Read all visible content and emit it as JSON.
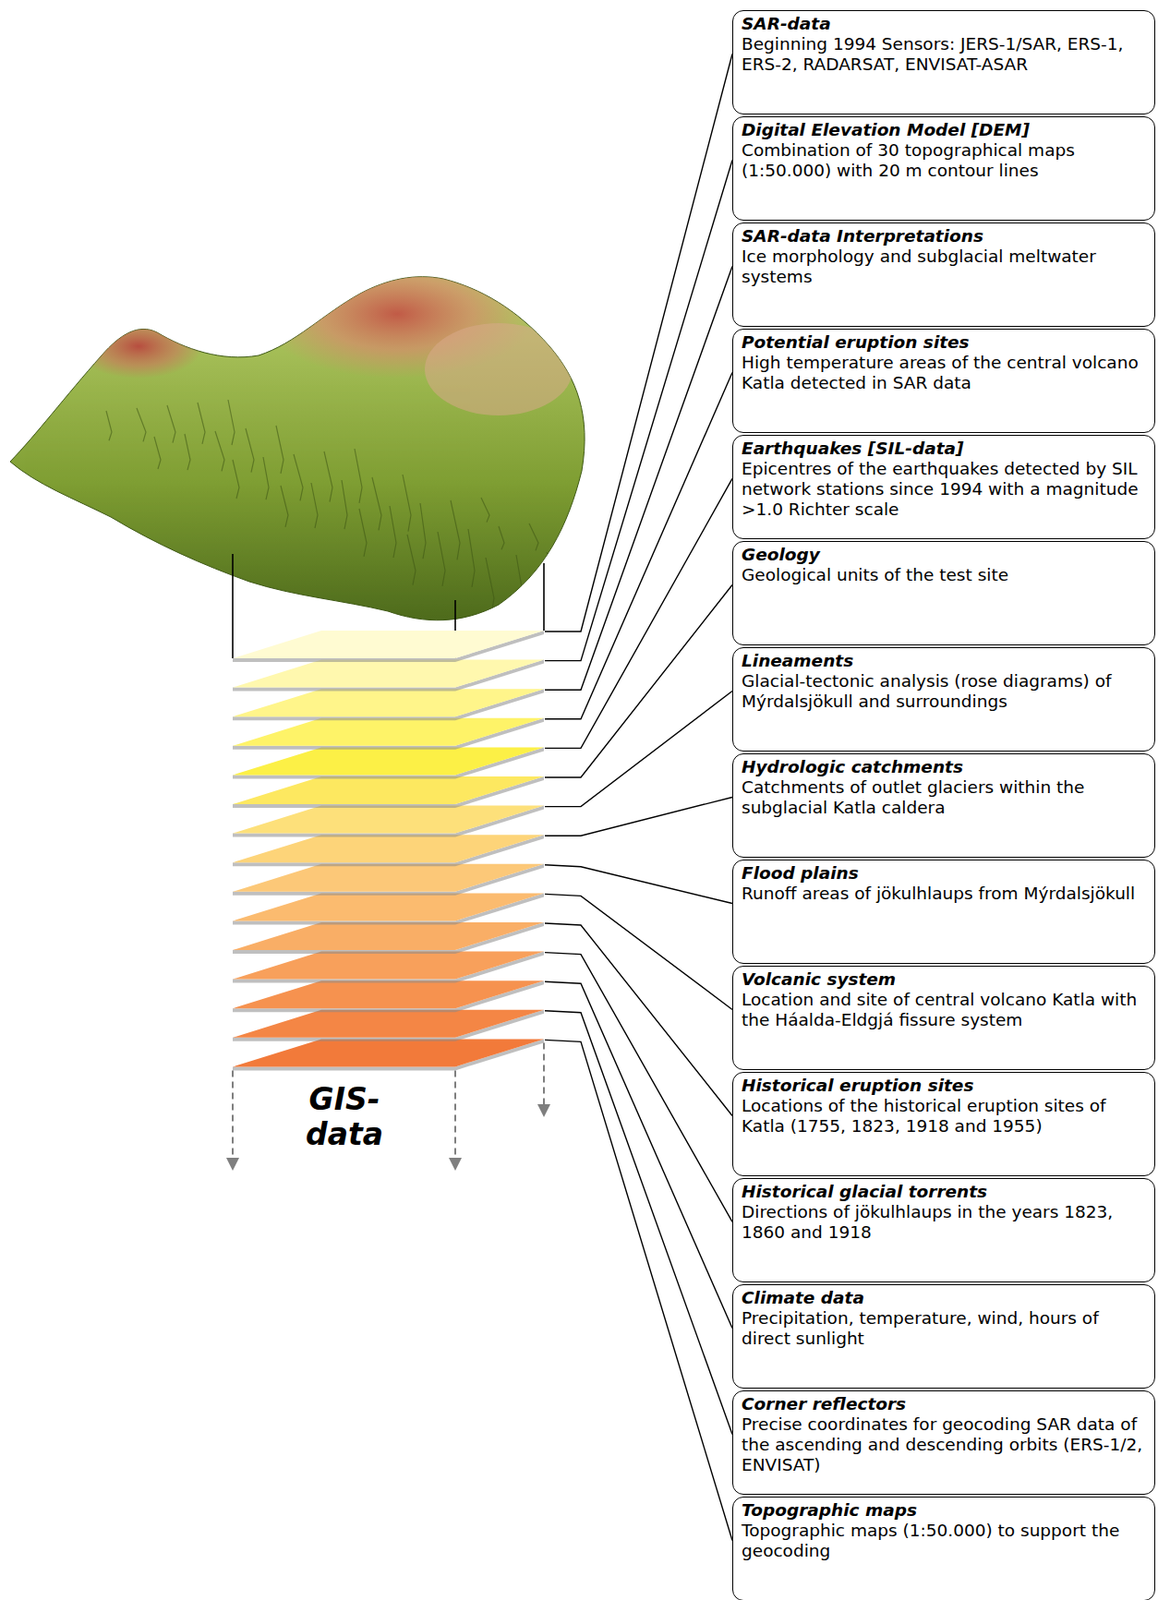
{
  "diagram": {
    "nodes": [
      {
        "text": [
          "SAR-data",
          "Beginning 1994 Sensors: JERS-1/SAR, ERS-1, ERS-2, RADARSAT, ENVISAT-ASAR"
        ]
      },
      {
        "text": [
          "Digital Elevation Model [DEM]",
          "Combination of 30 topographical maps (1:50.000) with 20 m contour lines"
        ]
      },
      {
        "text": [
          "SAR-data Interpretations",
          "Ice morphology and subglacial meltwater systems"
        ]
      },
      {
        "text": [
          "Potential eruption sites",
          "High temperature areas of the central volcano Katla detected in SAR data"
        ]
      },
      {
        "text": [
          "Earthquakes [SIL-data]",
          "Epicentres of the earthquakes detected by SIL network stations since 1994 with a magnitude >1.0 Richter scale"
        ]
      },
      {
        "text": [
          "Geology",
          "Geological units of the test site"
        ]
      },
      {
        "text": [
          "Lineaments",
          "Glacial-tectonic analysis (rose diagrams) of Mýrdalsjökull and surroundings"
        ]
      },
      {
        "text": [
          "Hydrologic catchments",
          "Catchments of outlet glaciers within the subglacial Katla caldera"
        ]
      },
      {
        "text": [
          "Flood plains",
          "Runoff areas of jökulhlaups from Mýrdalsjökull"
        ]
      },
      {
        "text": [
          "Volcanic system",
          "Location and site of central volcano Katla with the Háalda-Eldgjá fissure system"
        ]
      },
      {
        "text": [
          "Historical eruption sites",
          "Locations of the historical eruption sites of Katla (1755, 1823, 1918 and 1955)"
        ]
      },
      {
        "text": [
          "Historical glacial torrents",
          "Directions of jökulhlaups in the years 1823, 1860 and 1918"
        ]
      },
      {
        "text": [
          "Climate data",
          "Precipitation, temperature, wind, hours of direct sunlight"
        ]
      },
      {
        "text": [
          "Corner reflectors",
          "Precise coordinates for geocoding SAR data of the ascending and descending orbits (ERS-1/2, ENVISAT)"
        ]
      },
      {
        "text": [
          "Topographic maps",
          "Topographic maps (1:50.000) to support the geocoding"
        ]
      }
    ],
    "labels": [
      "GIS- data"
    ]
  }
}
